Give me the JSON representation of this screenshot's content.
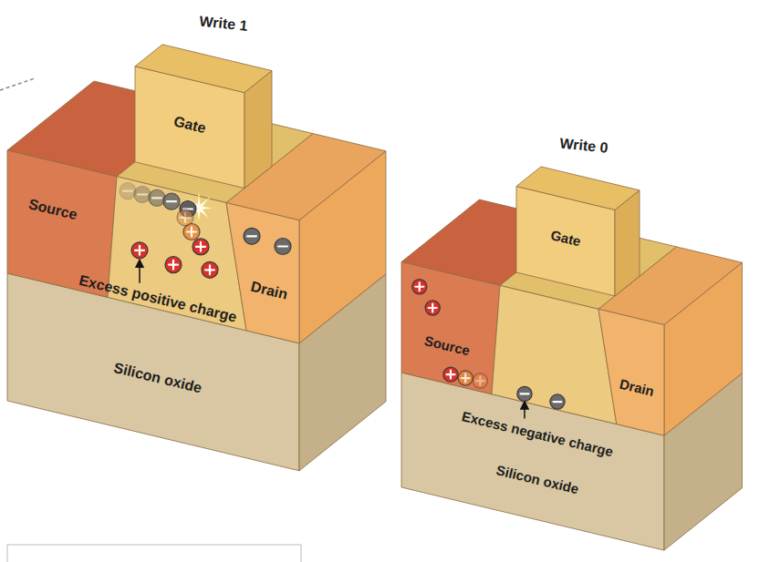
{
  "diagram": {
    "labels": [
      "Write 1",
      "Gate",
      "Source",
      "Drain",
      "Excess positive charge",
      "Silicon oxide",
      "Write 0",
      "Gate",
      "Source",
      "Drain",
      "Excess negative charge",
      "Silicon oxide"
    ]
  }
}
